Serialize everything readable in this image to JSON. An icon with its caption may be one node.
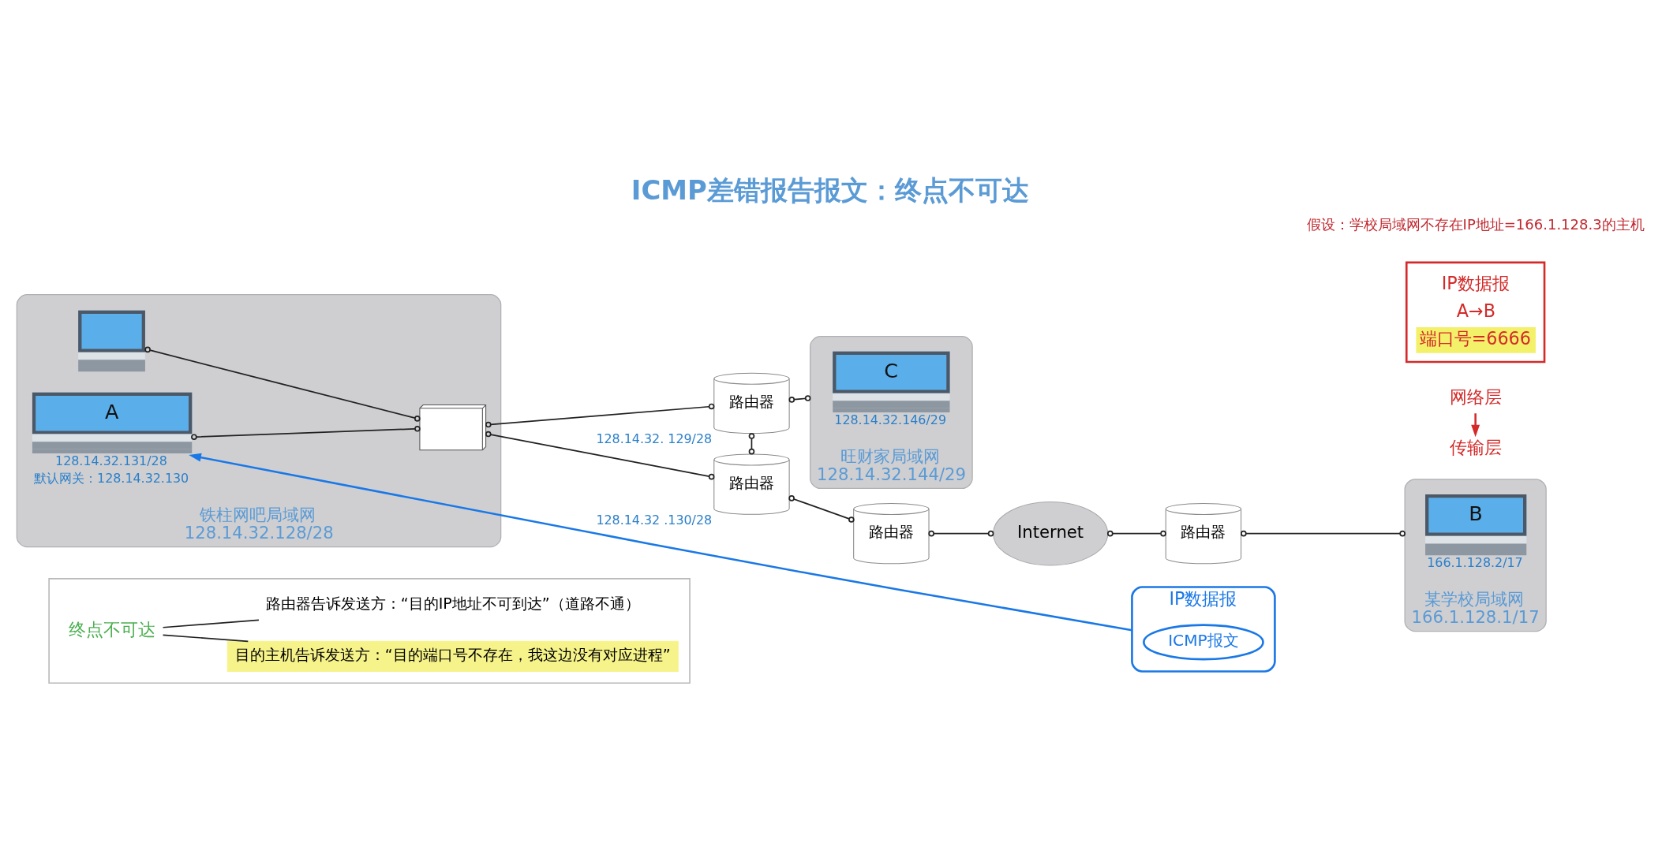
{
  "diagram": {
    "title": "ICMP差错报告报文：终点不可达",
    "nodes": [
      {
        "text": [],
        "shape": "box"
      },
      {
        "text": [
          "终点不可达"
        ],
        "in": 0
      },
      {
        "text": [
          "路由器告诉发送方：“目的IP地址不可到达”（道路不通）"
        ],
        "in": 0
      },
      {
        "text": [
          "目的主机告诉发送方：“目的端口号不存在，我这边没有对应进程”"
        ],
        "in": 0
      },
      {
        "text": [
          "铁柱网吧局域网",
          "128.14.32.128/28"
        ]
      },
      {
        "text": [],
        "shape": "picture",
        "in": 4
      },
      {
        "text": [
          "A"
        ],
        "beside": [
          "128.14.32.131/28",
          "默认网关：128.14.32.130"
        ],
        "in": 4
      },
      {
        "text": [],
        "shape": "box",
        "in": 4
      },
      {
        "text": [
          "路由器"
        ],
        "beside": [
          "128.14.32. 129/28"
        ]
      },
      {
        "text": [
          "路由器"
        ],
        "beside": [
          "128.14.32 .130/28"
        ]
      },
      {
        "text": [
          "旺财家局域网",
          "128.14.32.144/29"
        ]
      },
      {
        "text": [
          "C"
        ],
        "beside": [
          "128.14.32.146/29"
        ],
        "in": 10
      },
      {
        "text": [
          "路由器"
        ]
      },
      {
        "text": [
          "Internet"
        ]
      },
      {
        "text": [
          "路由器"
        ]
      },
      {
        "text": [
          "IP数据报"
        ]
      },
      {
        "text": [
          "ICMP报文"
        ],
        "in": 15
      },
      {
        "text": [
          "传输层"
        ]
      },
      {
        "text": [
          "网络层"
        ]
      },
      {
        "text": [
          "IP数据报",
          "A→B",
          "端口号=6666"
        ]
      },
      {
        "text": [
          "某学校局域网",
          "166.1.128.1/17"
        ]
      },
      {
        "text": [
          "B"
        ],
        "beside": [
          "166.1.128.2/17"
        ],
        "in": 20
      }
    ],
    "edges": [
      {
        "from": 1,
        "to": 2,
        "arrow": "none"
      },
      {
        "from": 1,
        "to": 3,
        "arrow": "none"
      },
      {
        "from": 5,
        "to": 7,
        "arrow": "other"
      },
      {
        "from": 6,
        "to": 7,
        "arrow": "other"
      },
      {
        "from": 7,
        "to": 8,
        "arrow": "other"
      },
      {
        "from": 7,
        "to": 9,
        "arrow": "other"
      },
      {
        "from": 8,
        "to": 9,
        "arrow": "other"
      },
      {
        "from": 8,
        "to": 10,
        "arrow": "other"
      },
      {
        "from": 9,
        "to": 12,
        "arrow": "other"
      },
      {
        "from": 12,
        "to": 13,
        "arrow": "other"
      },
      {
        "from": 13,
        "to": 14,
        "arrow": "other"
      },
      {
        "from": 14,
        "to": 20,
        "arrow": "other"
      },
      {
        "from": 15,
        "to": 6,
        "arrow": "to",
        "color": "#1a78e6"
      },
      {
        "from": 18,
        "to": 17,
        "arrow": "to",
        "color": "#d42a2a"
      }
    ],
    "labels": [
      "假设：学校局域网不存在IP地址=166.1.128.3的主机"
    ]
  }
}
